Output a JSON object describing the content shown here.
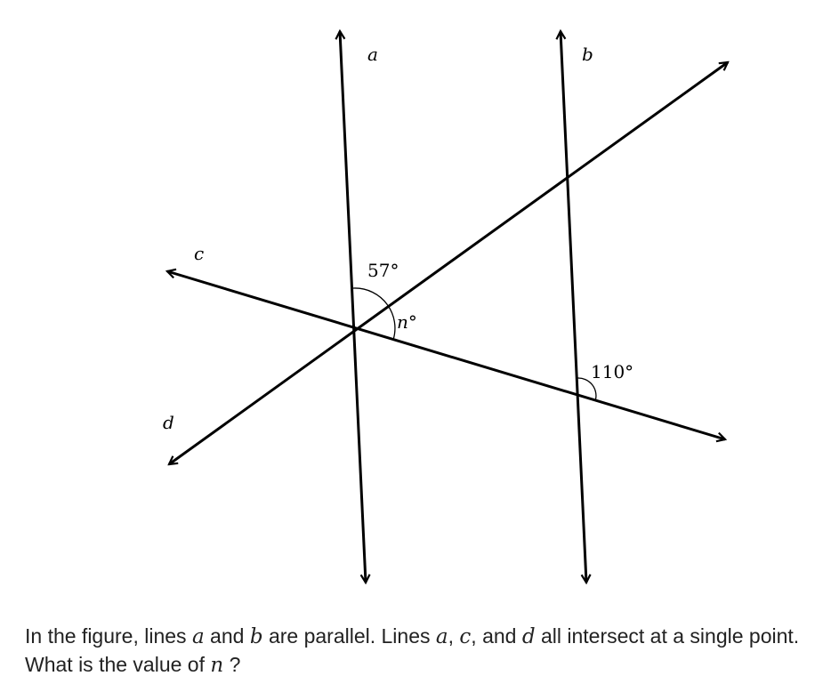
{
  "figure": {
    "line_labels": {
      "a": "a",
      "b": "b",
      "c": "c",
      "d": "d"
    },
    "angle_labels": {
      "top": "57°",
      "middle": "n°",
      "bottom": "110°"
    }
  },
  "question": {
    "part1": "In the figure, lines ",
    "var_a": "a",
    "part2": " and ",
    "var_b": "b",
    "part3": " are parallel. Lines ",
    "var_a2": "a",
    "part4": ", ",
    "var_c": "c",
    "part5": ", and ",
    "var_d": "d",
    "part6": " all intersect at a single point. What is the value of ",
    "var_n": "n",
    "part7": " ?"
  }
}
